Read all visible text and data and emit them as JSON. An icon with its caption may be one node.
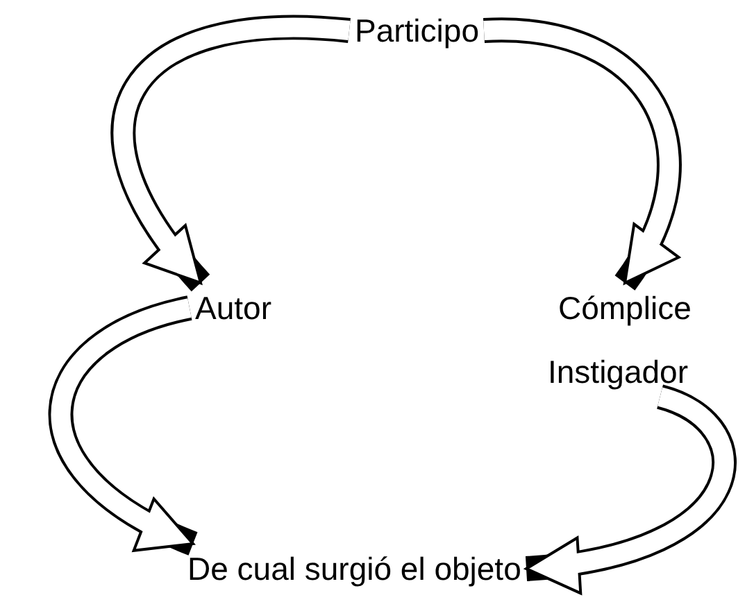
{
  "diagram": {
    "nodes": [
      {
        "text": [
          "Participo"
        ]
      },
      {
        "text": [
          "Autor"
        ]
      },
      {
        "text": [
          "Cómplice"
        ]
      },
      {
        "text": [
          "Instigador"
        ]
      },
      {
        "text": [
          "De cual surgió el objeto"
        ]
      }
    ],
    "edges": [
      {
        "from": 0,
        "to": 1,
        "arrow": "to"
      },
      {
        "from": 0,
        "to": 2,
        "arrow": "to"
      },
      {
        "from": 1,
        "to": 4,
        "arrow": "to"
      },
      {
        "from": 3,
        "to": 4,
        "arrow": "to"
      }
    ]
  }
}
